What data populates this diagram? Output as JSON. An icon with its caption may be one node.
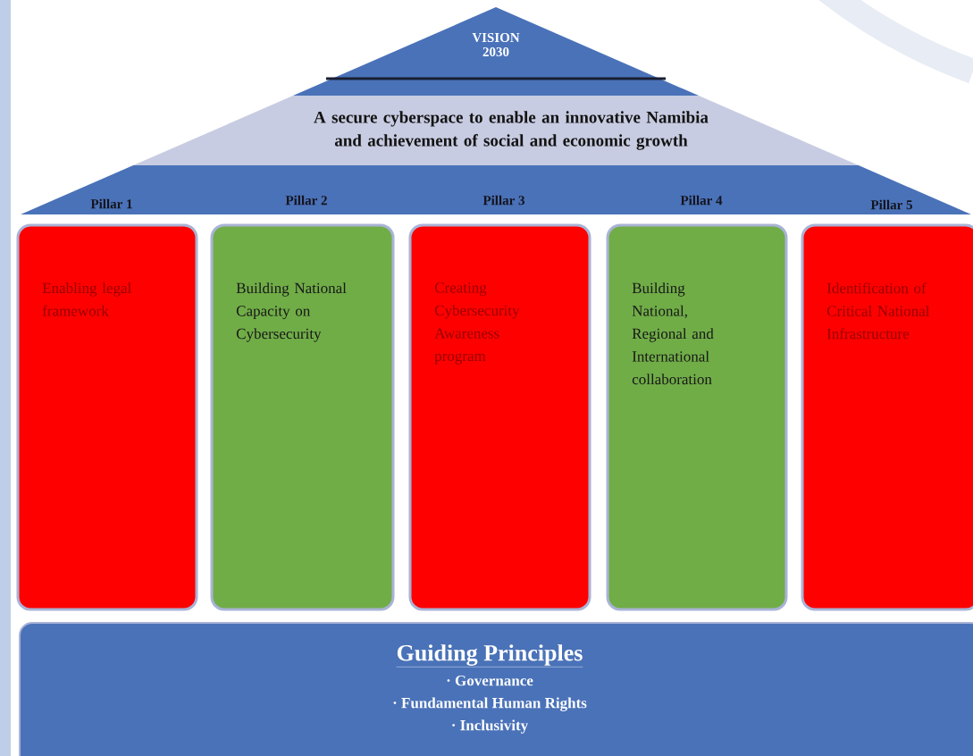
{
  "diagram": {
    "nodes": [
      {
        "text": [
          "VISION 2030"
        ]
      },
      {
        "text": [
          "A secure cyberspace to enable an innovative Namibia and achievement of social and economic growth"
        ]
      },
      {
        "text": [
          "Pillar 1",
          "Enabling legal framework"
        ]
      },
      {
        "text": [
          "Pillar 2",
          "Building National Capacity on Cybersecurity"
        ]
      },
      {
        "text": [
          "Pillar 3",
          "Creating Cybersecurity Awareness program"
        ]
      },
      {
        "text": [
          "Pillar 4",
          "Building National, Regional and International collaboration"
        ]
      },
      {
        "text": [
          "Pillar 5",
          "Identification of Critical National Infrastructure"
        ]
      },
      {
        "text": [
          "Guiding Principles",
          "· Governance",
          "· Fundamental Human Rights",
          "· Inclusivity"
        ]
      }
    ]
  }
}
